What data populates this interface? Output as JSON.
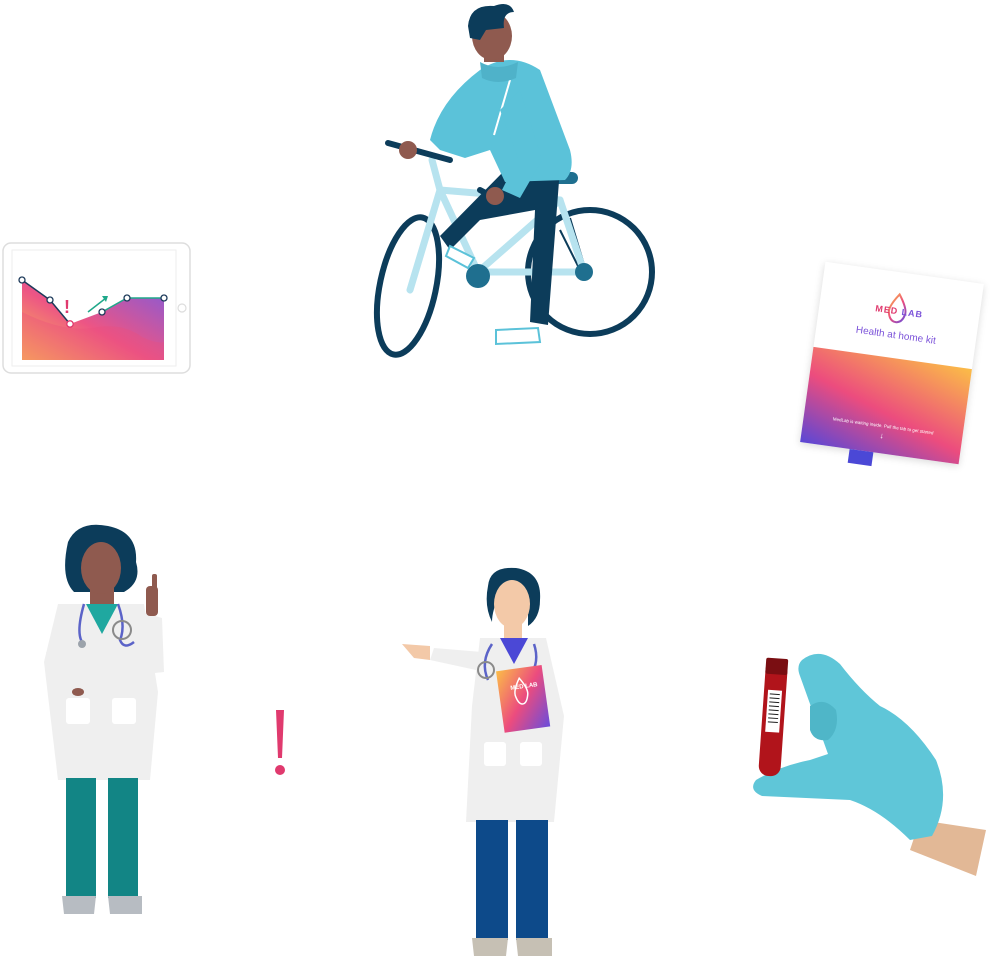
{
  "colors": {
    "skin": "#8f5a4f",
    "skin_light": "#f3c9a8",
    "hair": "#0c3c5a",
    "sweater": "#5bc2d9",
    "bike_frame": "#b7e3ef",
    "bike_dark": "#0c3c5a",
    "coat": "#efefef",
    "scrubs_teal": "#128585",
    "scrubs_blue": "#0d4a8a",
    "accent_pink": "#e03a6e",
    "accent_green": "#1fa88a",
    "glove": "#5fc6d8",
    "blood": "#b1141b",
    "gradient_start": "#fbbd47",
    "gradient_mid": "#ec4c7e",
    "gradient_end": "#6a4ddc"
  },
  "kit": {
    "logo_left": "MED",
    "logo_right": "LAB",
    "title": "Health at home kit",
    "footer_text": "MedLab is waiting inside. Pull the tab to get started",
    "arrow": "↓"
  },
  "folder_logo": {
    "left": "MED",
    "right": "LAB"
  },
  "tablet_chart": {
    "alert_mark": "!"
  },
  "standalone_alert": "!",
  "icons": [
    "cyclist-illustration",
    "tablet-chart-illustration",
    "health-kit-box-illustration",
    "doctor-pointing-illustration",
    "doctor-presenting-illustration",
    "exclamation-mark-icon",
    "gloved-hand-blood-tube-illustration"
  ]
}
